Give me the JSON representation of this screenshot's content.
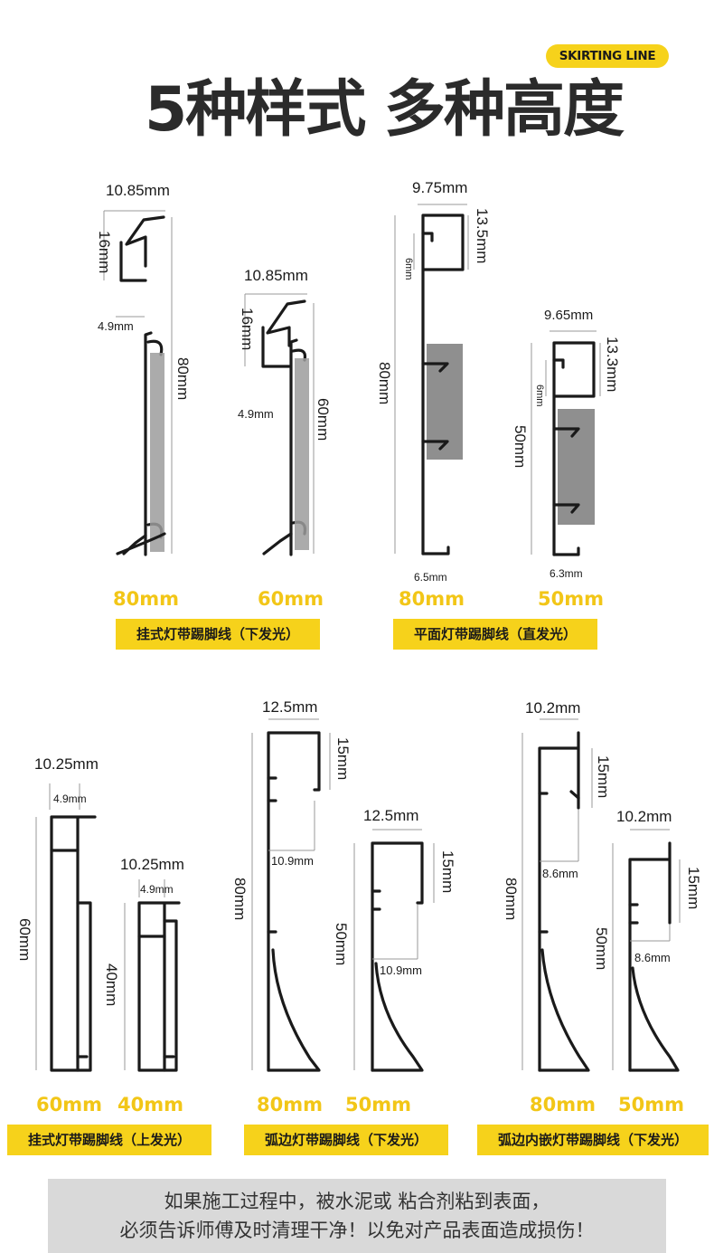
{
  "header": {
    "badge": "SKIRTING LINE",
    "title": "5种样式 多种高度"
  },
  "dims": {
    "p1": {
      "w": "10.85mm",
      "top": "16mm",
      "inner": "4.9mm",
      "h": "80mm"
    },
    "p2": {
      "w": "10.85mm",
      "top": "16mm",
      "inner": "4.9mm",
      "h": "60mm"
    },
    "p3": {
      "w": "9.75mm",
      "top": "13.5mm",
      "inner": "6mm",
      "h": "80mm",
      "base": "6.5mm"
    },
    "p4": {
      "w": "9.65mm",
      "top": "13.3mm",
      "inner": "6mm",
      "h": "50mm",
      "base": "6.3mm"
    },
    "p5": {
      "w": "10.25mm",
      "inner": "4.9mm",
      "h": "60mm"
    },
    "p6": {
      "w": "10.25mm",
      "inner": "4.9mm",
      "h": "40mm"
    },
    "p7": {
      "w": "12.5mm",
      "top": "15mm",
      "inner": "10.9mm",
      "h": "80mm"
    },
    "p8": {
      "w": "12.5mm",
      "top": "15mm",
      "inner": "10.9mm",
      "h": "50mm"
    },
    "p9": {
      "w": "10.2mm",
      "top": "15mm",
      "inner": "8.6mm",
      "h": "80mm"
    },
    "p10": {
      "w": "10.2mm",
      "top": "15mm",
      "inner": "8.6mm",
      "h": "50mm"
    }
  },
  "sizes": [
    "80mm",
    "60mm",
    "80mm",
    "50mm",
    "60mm",
    "40mm",
    "80mm",
    "50mm",
    "80mm",
    "50mm"
  ],
  "categories": [
    "挂式灯带踢脚线（下发光）",
    "平面灯带踢脚线（直发光）",
    "挂式灯带踢脚线（上发光）",
    "弧边灯带踢脚线（下发光）",
    "弧边内嵌灯带踢脚线（下发光）"
  ],
  "notice": {
    "line1": "如果施工过程中，被水泥或 粘合剂粘到表面，",
    "line2": "必须告诉师傅及时清理干净！以免对产品表面造成损伤！"
  },
  "colors": {
    "accent": "#f6d21b",
    "size_text": "#f2c617",
    "notice_bg": "#d9d9d9",
    "headline": "#2b2b2b"
  }
}
